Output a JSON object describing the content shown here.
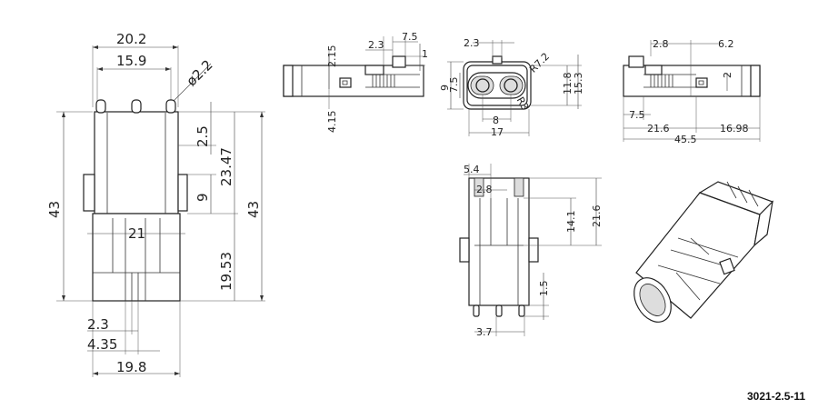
{
  "part_number": "3021-2.5-11",
  "front_view": {
    "top_width": "20.2",
    "inner_width": "15.9",
    "pin_diameter": "ø2.2",
    "overall_height_left": "43",
    "overall_height_right": "43",
    "pin_length": "2.5",
    "upper_height": "23.47",
    "latch_height": "9",
    "lower_height": "19.53",
    "mid_width": "21",
    "pin_offset_1": "2.3",
    "pin_offset_2": "4.35",
    "bottom_width": "19.8"
  },
  "left_side_view": {
    "dim_2_15": "2.15",
    "dim_2_3": "2.3",
    "dim_7_5": "7.5",
    "dim_1": "1",
    "dim_4_15": "4.15"
  },
  "end_view": {
    "dim_2_3": "2.3",
    "dim_9": "9",
    "dim_7_5": "7.5",
    "dim_r7_2": "R7.2",
    "dim_11_8": "11.8",
    "dim_15_3": "15.3",
    "dim_8": "8",
    "dim_r3": "R3",
    "dim_17": "17"
  },
  "right_side_view": {
    "dim_2_8": "2.8",
    "dim_6_2": "6.2",
    "dim_2": "2",
    "dim_7_5": "7.5",
    "dim_21_6": "21.6",
    "dim_16_98": "16.98",
    "dim_45_5": "45.5"
  },
  "rear_view": {
    "dim_5_4": "5.4",
    "dim_2_8": "2.8",
    "dim_14_1": "14.1",
    "dim_21_6": "21.6",
    "dim_1_5": "1.5",
    "dim_3_7": "3.7"
  }
}
